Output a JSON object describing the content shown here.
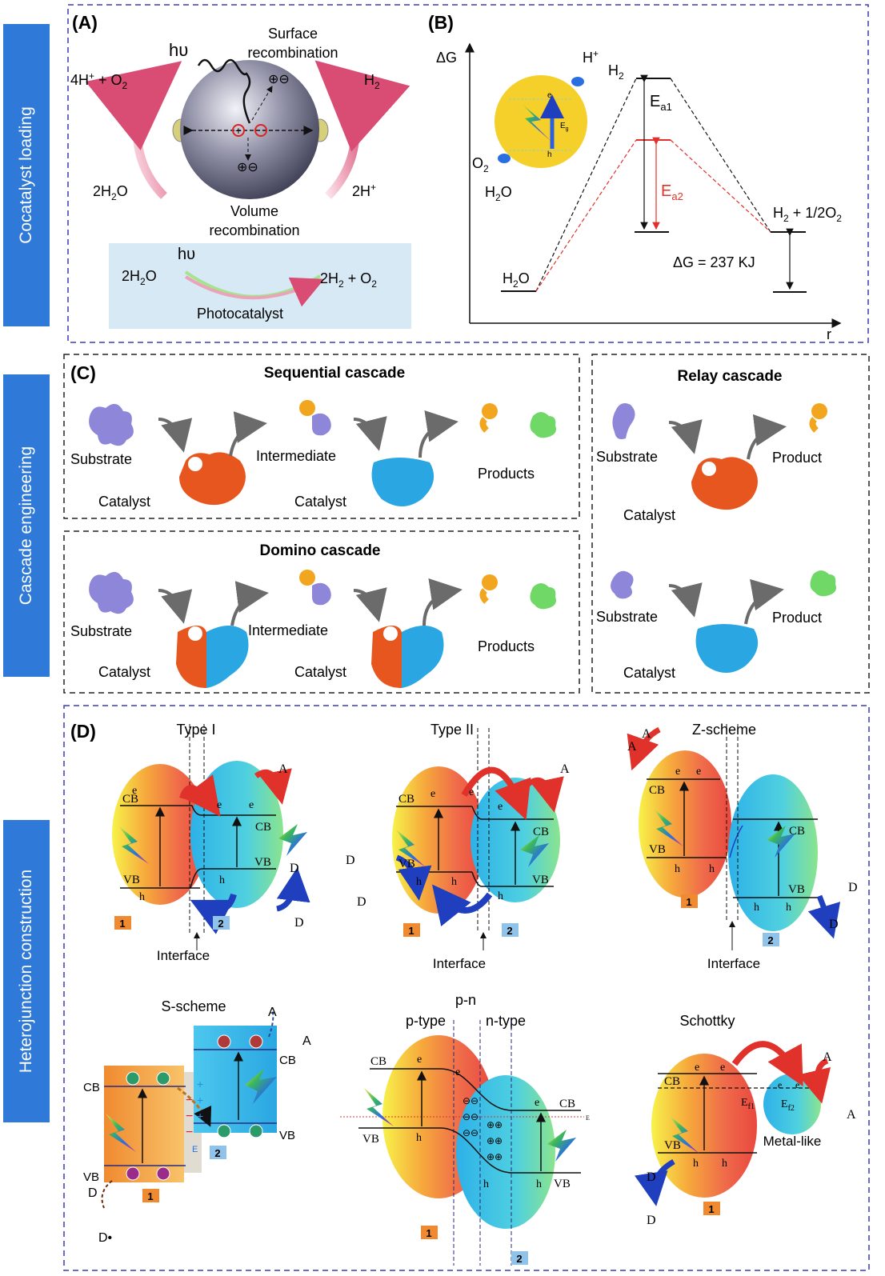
{
  "sidebar": {
    "cocatalyst": "Cocatalyst loading",
    "cascade": "Cascade engineering",
    "heterojunction": "Heterojunction construction"
  },
  "colors": {
    "sidebar": "#2f79d8",
    "frame_blue": "#3b3bb0",
    "frame_black": "#222222",
    "arrow_red": "#e0312a",
    "arrow_blue": "#1f3fbf",
    "catalyst_orange": "#e8561f",
    "catalyst_blue": "#2aa7e2"
  },
  "panelA": {
    "label": "(A)",
    "hv": "hυ",
    "surface1": "Surface",
    "surface2": "recombination",
    "o2_left_a": "4H",
    "o2_left_sup": "+",
    "o2_left_b": " + O",
    "o2_left_sub": "2",
    "h2": "H",
    "h2_sub": "2",
    "water_left": "2H",
    "water_left_sub": "2",
    "water_left_c": "O",
    "proton_right": "2H",
    "proton_right_sup": "+",
    "volume1": "Volume",
    "volume2": "recombination",
    "box_hv": "hυ",
    "box_left": "2H",
    "box_left_sub": "2",
    "box_left_c": "O",
    "box_right_a": "2H",
    "box_right_sub1": "2",
    "box_right_b": " + O",
    "box_right_sub2": "2",
    "box_label": "Photocatalyst"
  },
  "panelB": {
    "label": "(B)",
    "yaxis": "ΔG",
    "xaxis": "r",
    "hplus": "H",
    "hplus_sup": "+",
    "h2": "H",
    "h2_sub": "2",
    "o2": "O",
    "o2_sub": "2",
    "h2o": "H",
    "h2o_sub": "2",
    "h2o_c": "O",
    "eminus": "e",
    "hplus_band": "h",
    "eg": "E",
    "eg_sub": "g",
    "ea1": "E",
    "ea1_sub": "a1",
    "ea2": "E",
    "ea2_sub": "a2",
    "product": "H",
    "product_sub": "2",
    "product_b": " + 1/2O",
    "product_sub2": "2",
    "dg": "ΔG = 237 KJ",
    "start": "H",
    "start_sub": "2",
    "start_c": "O"
  },
  "panelC": {
    "label": "(C)",
    "sequential": {
      "title": "Sequential cascade",
      "substrate": "Substrate",
      "catalyst1": "Catalyst",
      "intermediate": "Intermediate",
      "catalyst2": "Catalyst",
      "products": "Products"
    },
    "domino": {
      "title": "Domino cascade",
      "substrate": "Substrate",
      "catalyst1": "Catalyst",
      "intermediate": "Intermediate",
      "catalyst2": "Catalyst",
      "products": "Products"
    },
    "relay": {
      "title": "Relay cascade",
      "substrate1": "Substrate",
      "product1": "Product",
      "catalyst1": "Catalyst",
      "substrate2": "Substrate",
      "product2": "Product",
      "catalyst2": "Catalyst"
    }
  },
  "panelD": {
    "label": "(D)",
    "type1": {
      "title": "Type I",
      "interface": "Interface",
      "n1": "1",
      "n2": "2"
    },
    "type2": {
      "title": "Type II",
      "interface": "Interface",
      "n1": "1",
      "n2": "2"
    },
    "zscheme": {
      "title": "Z-scheme",
      "interface": "Interface",
      "n1": "1",
      "n2": "2"
    },
    "sscheme": {
      "title": "S-scheme",
      "n1": "1",
      "n2": "2",
      "a": "A",
      "a_minus": "A",
      "d": "D",
      "d_dot": "D•",
      "cb": "CB",
      "vb": "VB",
      "e": "E"
    },
    "pn": {
      "title": "p-n",
      "ptype": "p-type",
      "ntype": "n-type",
      "n1": "1",
      "n2": "2",
      "ef": "E"
    },
    "schottky": {
      "title": "Schottky",
      "metal": "Metal-like",
      "ef1": "E",
      "ef1_sub": "f1",
      "ef2": "E",
      "ef2_sub": "f2",
      "n1": "1"
    },
    "cb": "CB",
    "vb": "VB",
    "e": "e",
    "h": "h",
    "a": "A",
    "d": "D"
  }
}
